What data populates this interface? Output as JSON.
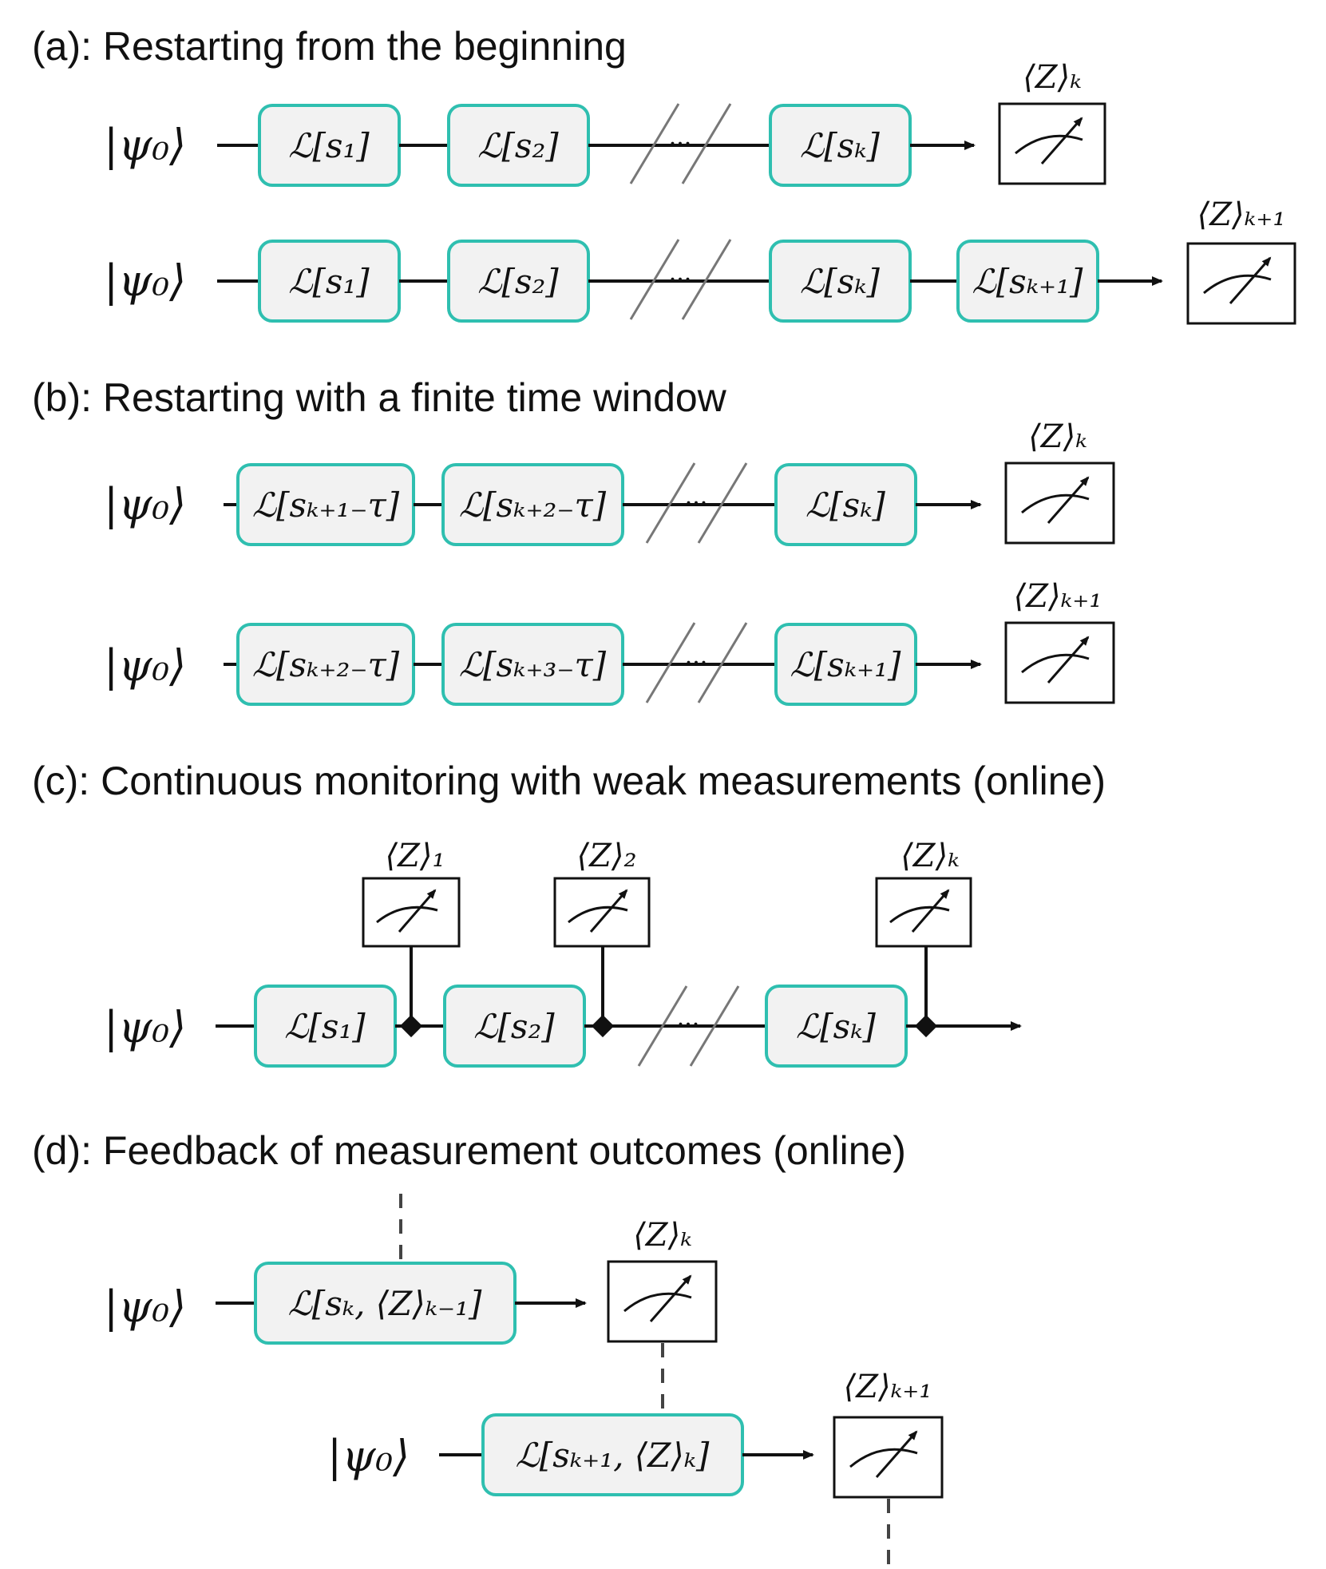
{
  "sections": {
    "a": {
      "tag": "(a):",
      "title": "Restarting from the beginning"
    },
    "b": {
      "tag": "(b):",
      "title": "Restarting with a finite time window"
    },
    "c": {
      "tag": "(c):",
      "title": "Continuous monitoring with weak measurements (online)"
    },
    "d": {
      "tag": "(d):",
      "title": "Feedback of measurement outcomes (online)"
    }
  },
  "symbols": {
    "initial_state": "|ψ₀⟩",
    "ellipsis": "···",
    "map": "ℒ",
    "expectation": "⟨Z⟩"
  },
  "gates": {
    "s1": "ℒ[s₁]",
    "s2": "ℒ[s₂]",
    "sk": "ℒ[sₖ]",
    "sk1": "ℒ[sₖ₊₁]",
    "sk1tau": "ℒ[sₖ₊₁₋τ]",
    "sk2tau": "ℒ[sₖ₊₂₋τ]",
    "sk3tau": "ℒ[sₖ₊₃₋τ]",
    "fb_k": "ℒ[sₖ, ⟨Z⟩ₖ₋₁]",
    "fb_k1": "ℒ[sₖ₊₁, ⟨Z⟩ₖ]"
  },
  "measurements": {
    "z1": "⟨Z⟩₁",
    "z2": "⟨Z⟩₂",
    "zk": "⟨Z⟩ₖ",
    "zk1": "⟨Z⟩ₖ₊₁"
  },
  "colors": {
    "gate_border": "#2fbfb0",
    "gate_fill": "#f2f2f2",
    "wire": "#111111",
    "slash": "#777777",
    "dash": "#444444"
  }
}
